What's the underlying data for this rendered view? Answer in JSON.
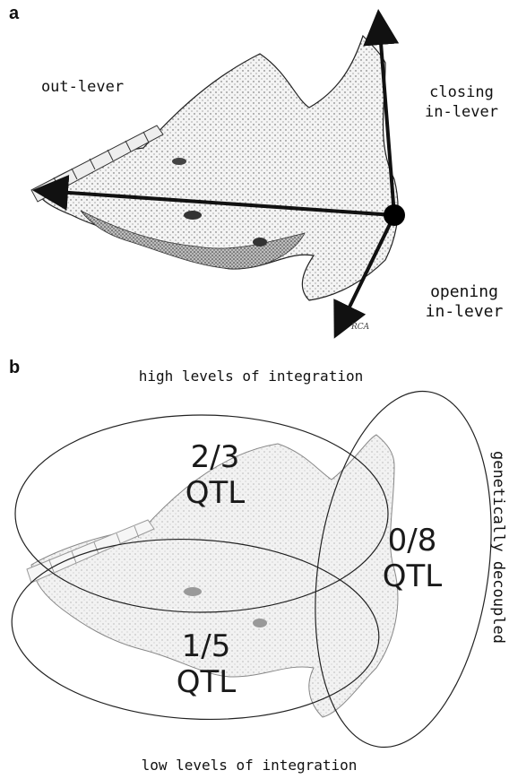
{
  "panel_a": {
    "letter": "a",
    "labels": {
      "out_lever": "out-lever",
      "closing_line1": "closing",
      "closing_line2": "in-lever",
      "opening_line1": "opening",
      "opening_line2": "in-lever"
    },
    "signature": "RCA"
  },
  "panel_b": {
    "letter": "b",
    "top_label": "high levels of integration",
    "bottom_label": "low levels of integration",
    "side_label": "genetically decoupled",
    "regions": [
      {
        "count": "2/3",
        "unit": "QTL"
      },
      {
        "count": "0/8",
        "unit": "QTL"
      },
      {
        "count": "1/5",
        "unit": "QTL"
      }
    ]
  }
}
